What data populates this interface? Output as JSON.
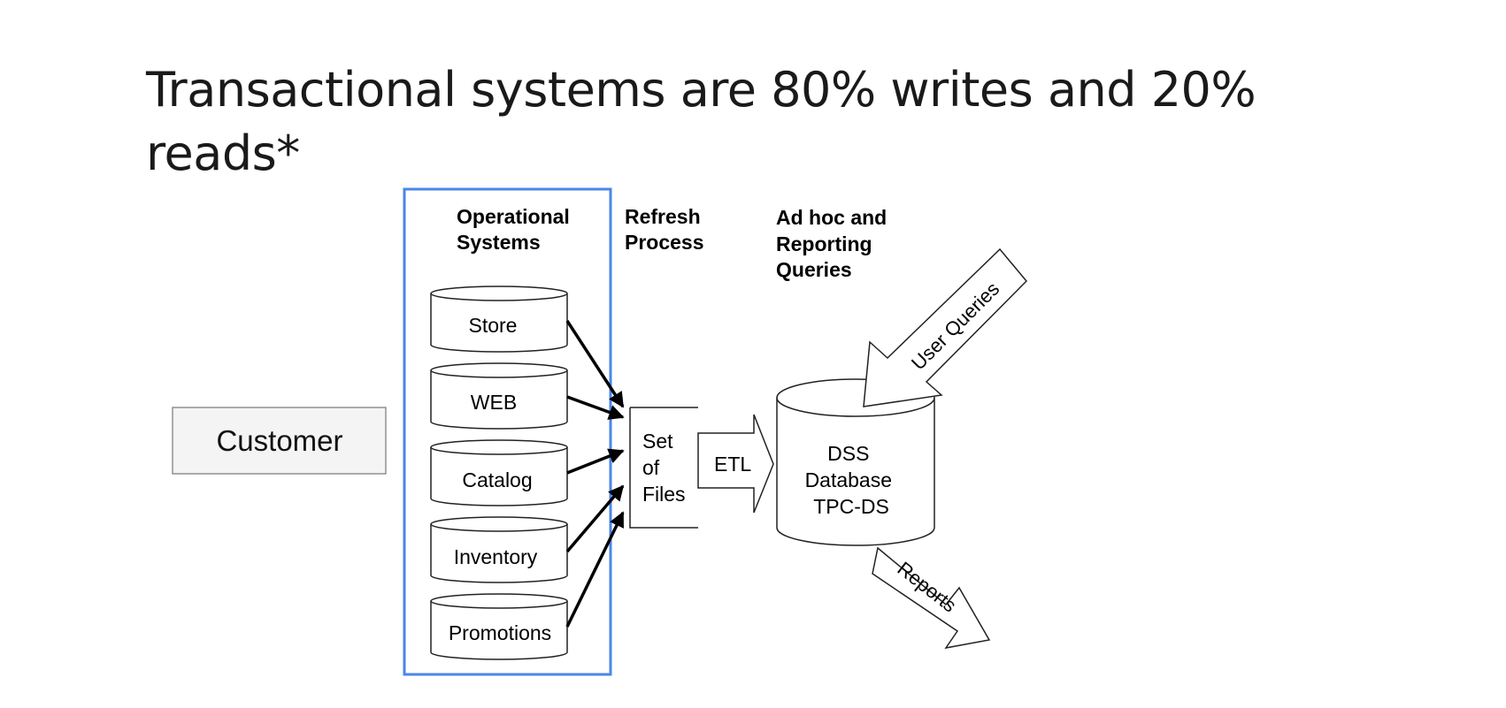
{
  "slide": {
    "title": "Transactional systems are 80% writes and 20% reads*"
  },
  "diagram": {
    "customer": "Customer",
    "operational_header": [
      "Operational",
      "Systems"
    ],
    "refresh_header": [
      "Refresh",
      "Process"
    ],
    "adhoc_header": [
      "Ad hoc and",
      "Reporting",
      "Queries"
    ],
    "sources": [
      "Store",
      "WEB",
      "Catalog",
      "Inventory",
      "Promotions"
    ],
    "set_of_files": [
      "Set",
      "of",
      "Files"
    ],
    "etl": "ETL",
    "dss": [
      "DSS",
      "Database",
      "TPC-DS"
    ],
    "user_queries": "User Queries",
    "reports": "Reports"
  },
  "colors": {
    "highlight_box": "#4a86e8",
    "customer_fill": "#f4f4f4"
  }
}
